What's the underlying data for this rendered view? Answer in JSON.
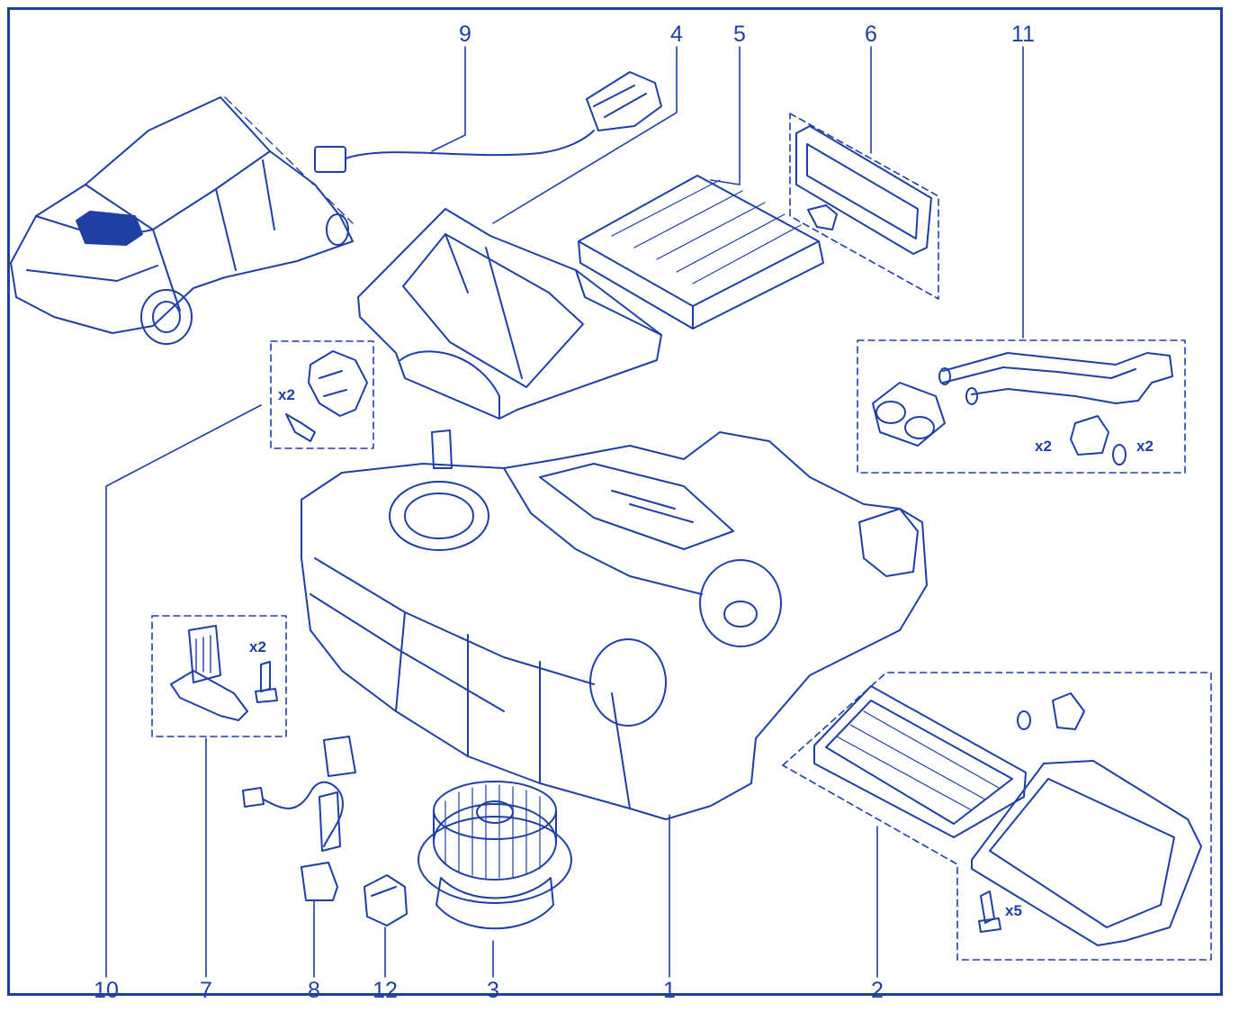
{
  "callouts": {
    "c9": "9",
    "c4": "4",
    "c5": "5",
    "c6": "6",
    "c11": "11",
    "c10": "10",
    "c7": "7",
    "c8": "8",
    "c12": "12",
    "c3": "3",
    "c1": "1",
    "c2": "2"
  },
  "multipliers": {
    "m10": "x2",
    "m7": "x2",
    "m11a": "x2",
    "m11b": "x2",
    "m2": "x5"
  },
  "colors": {
    "ink": "#1f3fa6",
    "paper": "#ffffff"
  }
}
